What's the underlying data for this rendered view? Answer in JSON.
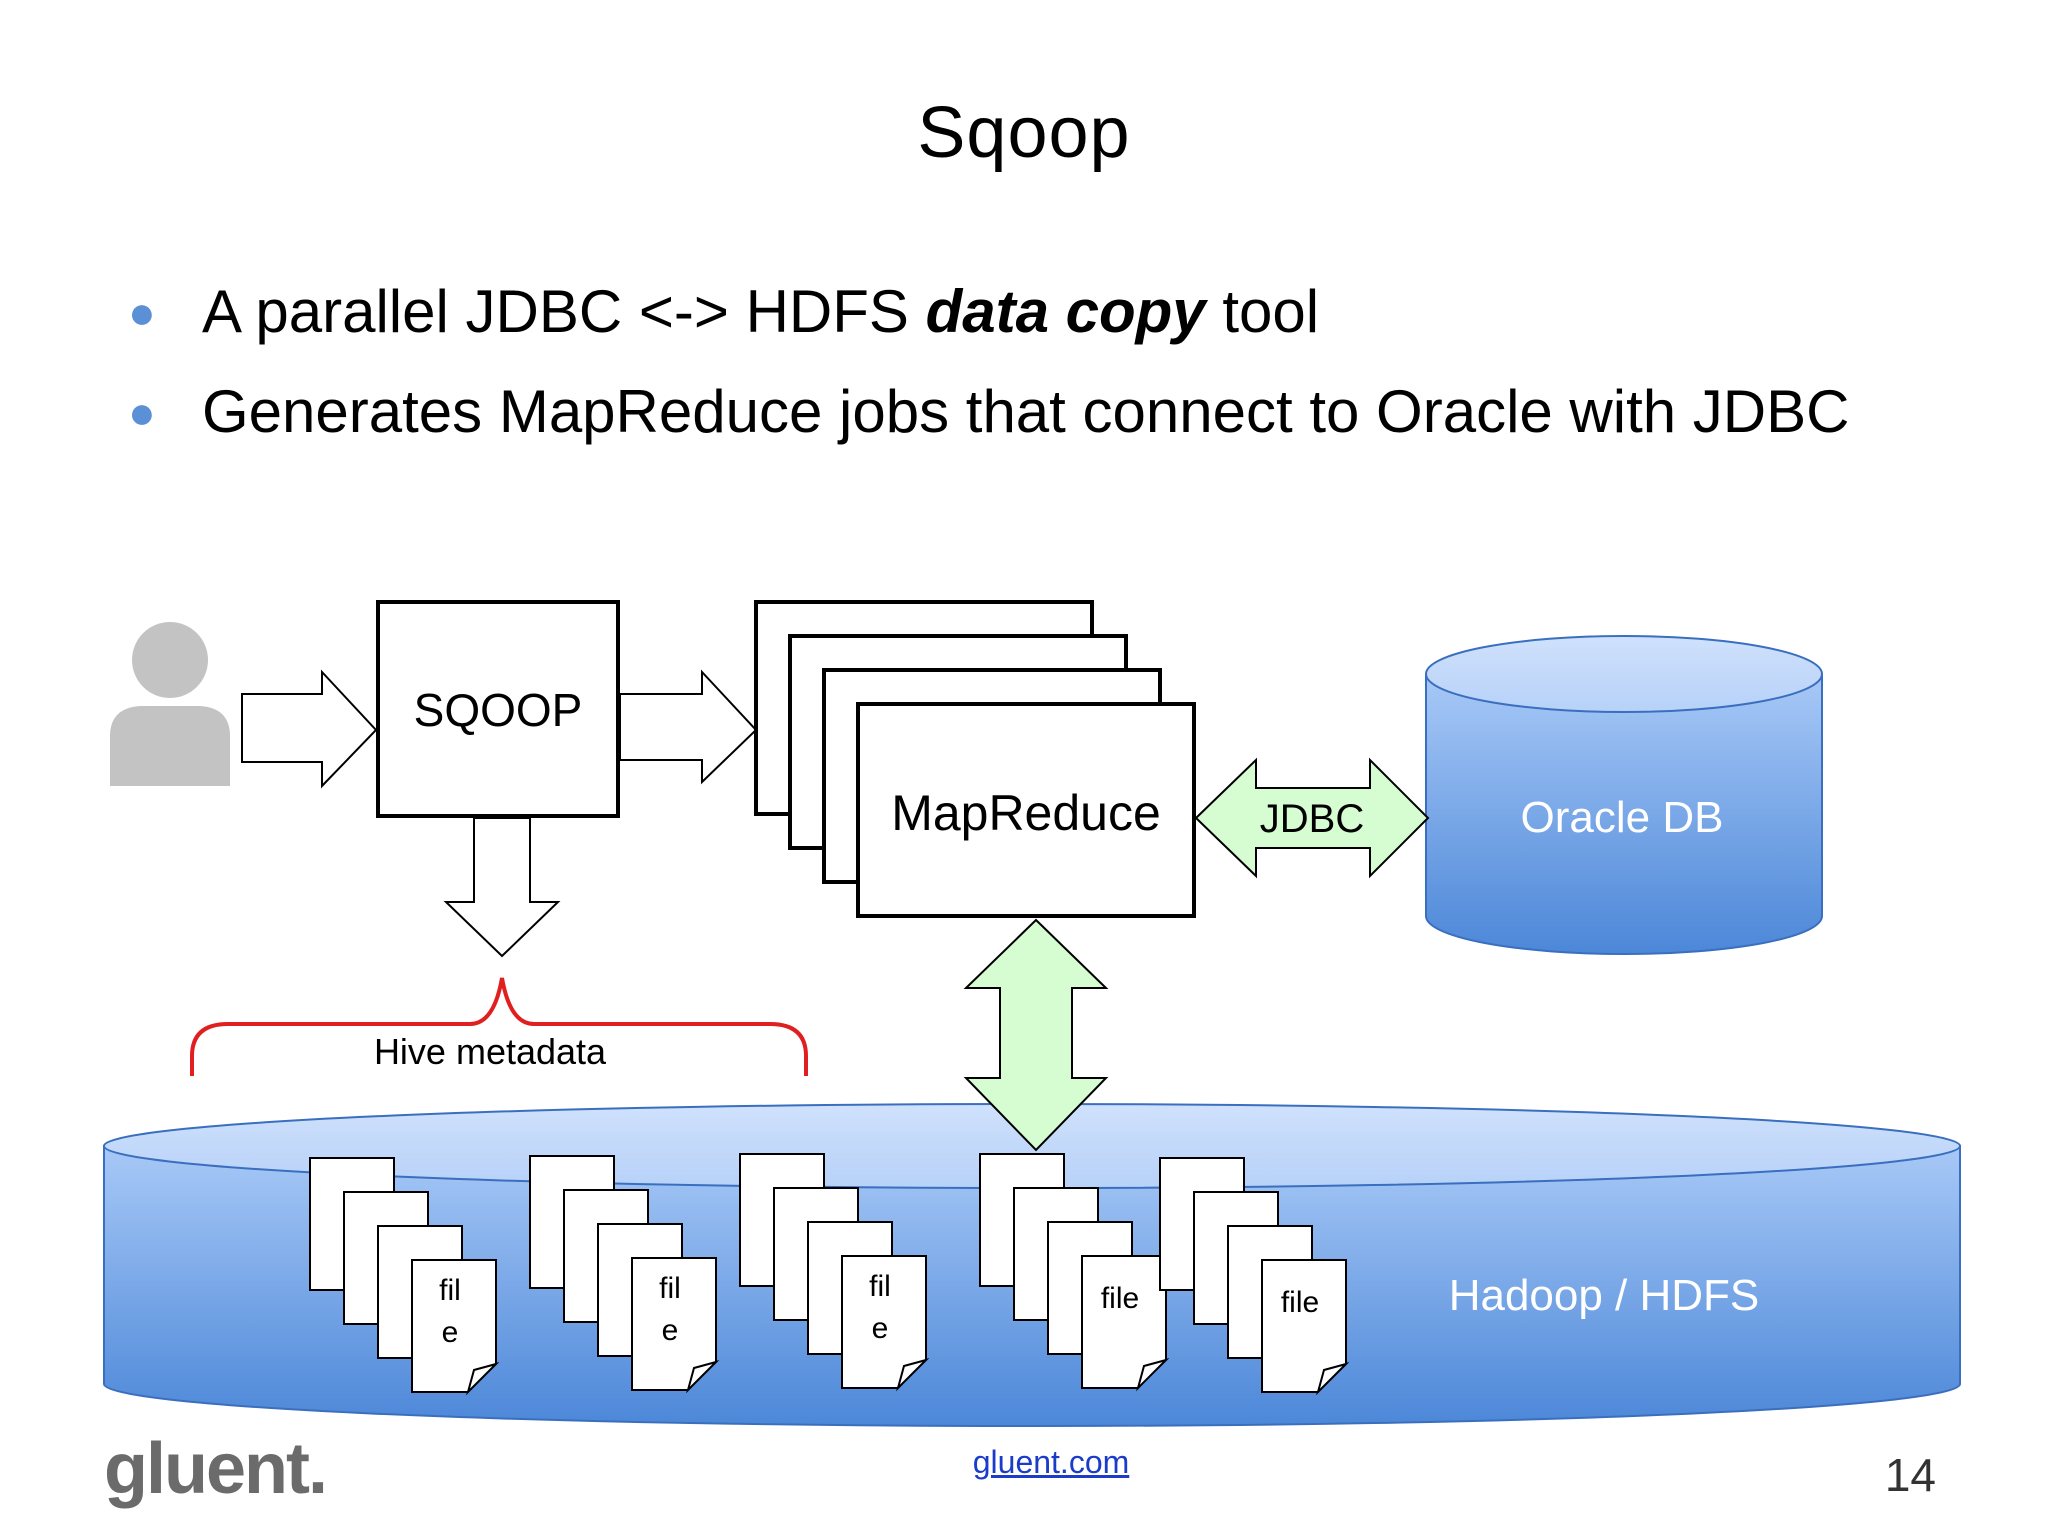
{
  "slide": {
    "title": "Sqoop",
    "page_number": "14",
    "footer_link": "gluent.com",
    "logo_text": "gluent."
  },
  "bullets": [
    {
      "before": "A parallel JDBC <-> HDFS ",
      "emphasis": "data copy",
      "after": " tool"
    },
    {
      "before": "Generates MapReduce jobs that connect to Oracle with JDBC",
      "emphasis": "",
      "after": ""
    }
  ],
  "diagram": {
    "user_icon": "user-icon",
    "sqoop_label": "SQOOP",
    "mapreduce_label": "MapReduce",
    "jdbc_label": "JDBC",
    "oracle_label": "Oracle DB",
    "hive_label": "Hive metadata",
    "hdfs_label": "Hadoop / HDFS",
    "file_groups": [
      {
        "line1": "fil",
        "line2": "e"
      },
      {
        "line1": "fil",
        "line2": "e"
      },
      {
        "line1": "fil",
        "line2": "e"
      },
      {
        "line1": "file",
        "line2": ""
      },
      {
        "line1": "file",
        "line2": ""
      }
    ]
  },
  "colors": {
    "cylinder_top": "#c6dbfb",
    "cylinder_body_top": "#9fc2f5",
    "cylinder_body_bottom": "#4f8ad9",
    "arrow_green": "#d6fcd2",
    "brace_red": "#e02020",
    "bullet_blue": "#5b8fd6"
  }
}
